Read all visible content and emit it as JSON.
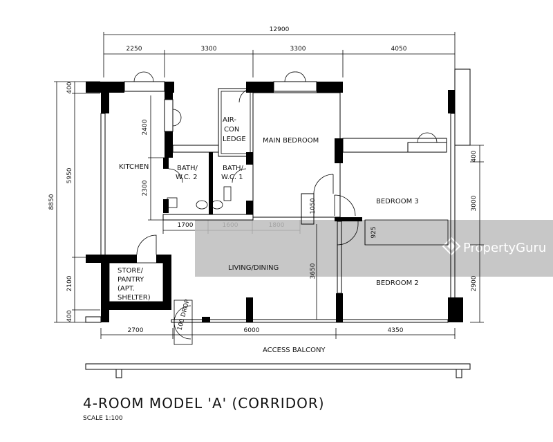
{
  "dimensions": {
    "overall_width": "12900",
    "top_segments": [
      "2250",
      "3300",
      "3300",
      "4050"
    ],
    "left_overall": "8850",
    "left_segments": [
      "400",
      "5950",
      "2100",
      "400"
    ],
    "kitchen_inner": [
      "2400",
      "2300"
    ],
    "bath_widths": [
      "1700",
      "1600",
      "1800"
    ],
    "bottom_segments": [
      "2700",
      "6000",
      "4350"
    ],
    "right_segments": [
      "400",
      "3000",
      "2900"
    ],
    "door_1050": "1050",
    "dim_925": "925",
    "dim_3650": "3650",
    "refuse_chute": "100 DROP"
  },
  "rooms": {
    "kitchen": "KITCHEN",
    "bath2_line1": "BATH/",
    "bath2_line2": "W.C. 2",
    "bath1_line1": "BATH/",
    "bath1_line2": "W.C. 1",
    "aircon_line1": "AIR-",
    "aircon_line2": "CON",
    "aircon_line3": "LEDGE",
    "main_bedroom": "MAIN BEDROOM",
    "bedroom3": "BEDROOM 3",
    "bedroom2": "BEDROOM 2",
    "living": "LIVING/DINING",
    "store_line1": "STORE/",
    "store_line2": "PANTRY",
    "store_line3": "(APT.",
    "store_line4": "SHELTER)",
    "access_balcony": "ACCESS BALCONY"
  },
  "title": "4-ROOM MODEL 'A' (CORRIDOR)",
  "scale": "SCALE 1:100",
  "watermark": {
    "text": "PropertyGuru",
    "icon": "propertyguru-logo-icon",
    "band_color": "#bdbdbd"
  }
}
